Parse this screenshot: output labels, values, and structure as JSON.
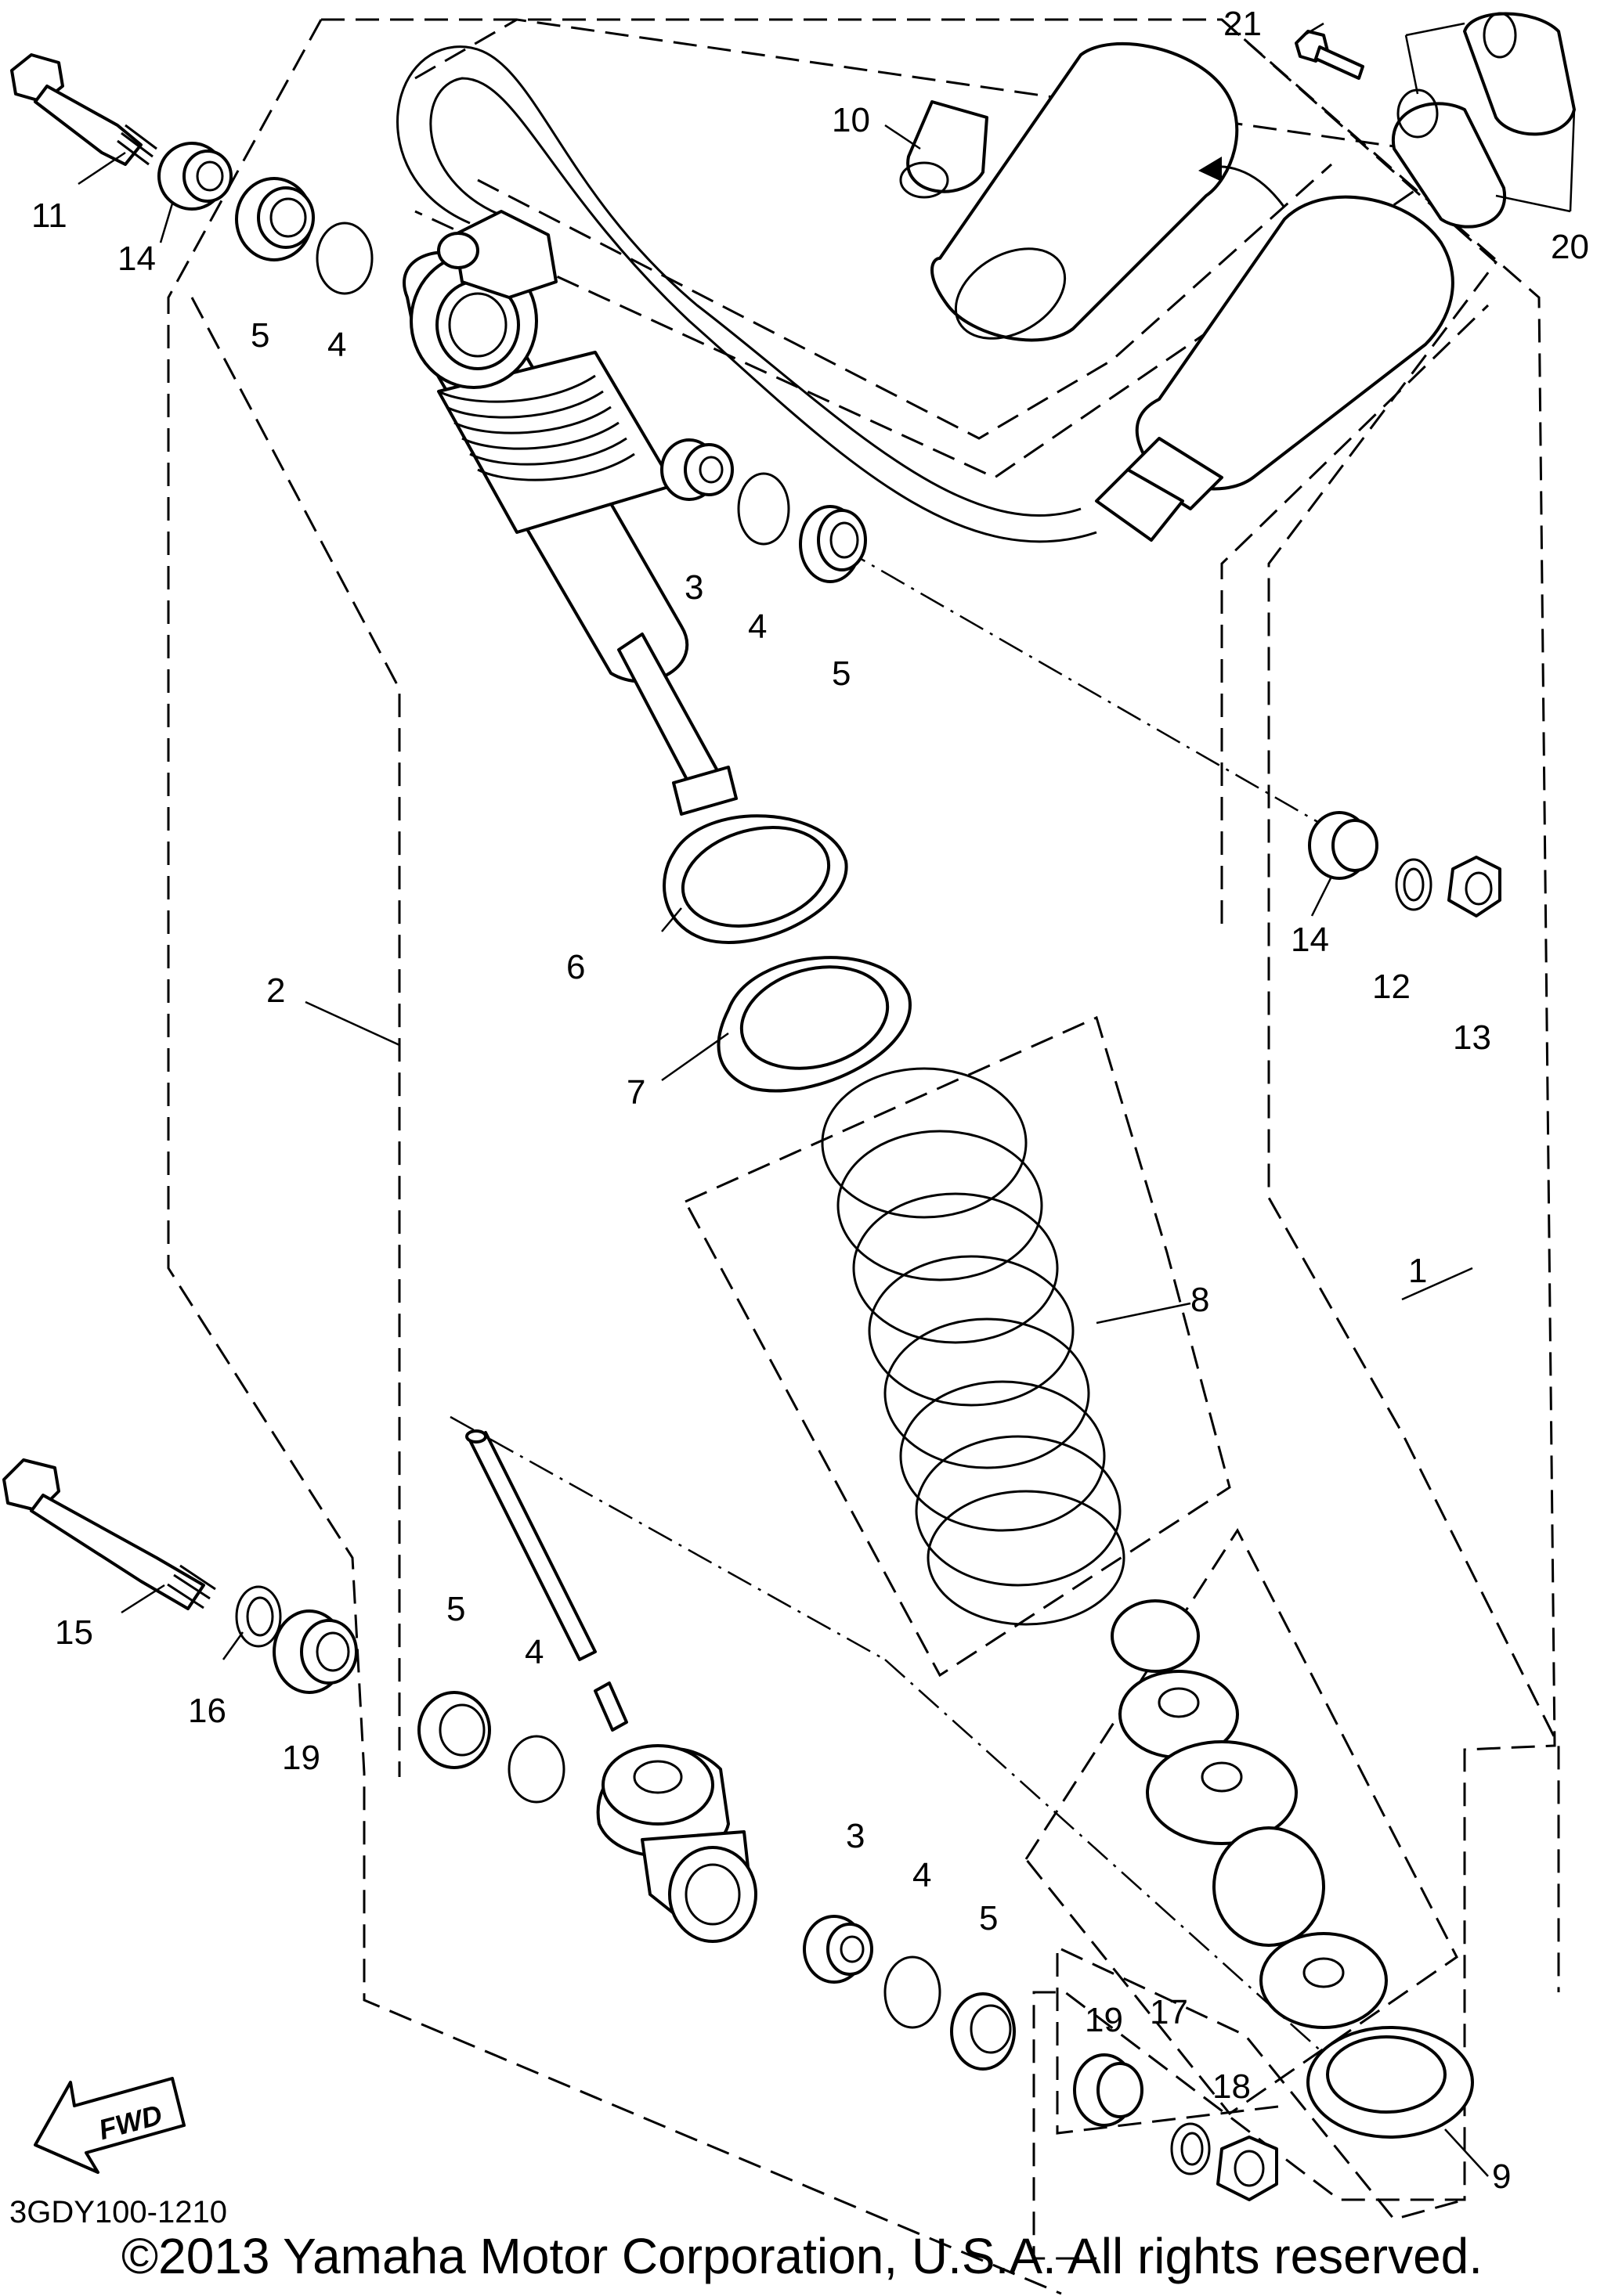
{
  "callouts": {
    "c1": "1",
    "c2": "2",
    "c3a": "3",
    "c3b": "3",
    "c4a": "4",
    "c4b": "4",
    "c4c": "4",
    "c4d": "4",
    "c5a": "5",
    "c5b": "5",
    "c5c": "5",
    "c5d": "5",
    "c6": "6",
    "c7": "7",
    "c8": "8",
    "c9": "9",
    "c10": "10",
    "c11": "11",
    "c12": "12",
    "c13": "13",
    "c14a": "14",
    "c14b": "14",
    "c15": "15",
    "c16": "16",
    "c17": "17",
    "c18": "18",
    "c19a": "19",
    "c19b": "19",
    "c20": "20",
    "c21": "21"
  },
  "fwd_label": "FWD",
  "diagram_code": "3GDY100-1210",
  "copyright": "©2013 Yamaha Motor Corporation, U.S.A. All rights reserved."
}
